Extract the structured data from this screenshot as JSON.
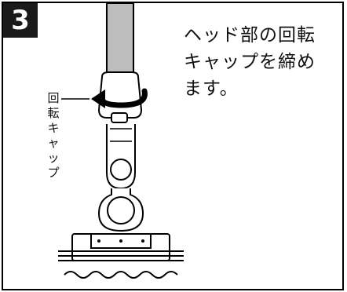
{
  "step": {
    "number": "3"
  },
  "instruction": {
    "lines": [
      "ヘッド部の回転",
      "キャップを締め",
      "ます。"
    ]
  },
  "callout": {
    "label_chars": [
      "回",
      "転",
      "キ",
      "ャ",
      "ッ",
      "プ"
    ]
  },
  "colors": {
    "badge_bg": "#1a1a1a",
    "handle_fill": "#bdbdbd",
    "line": "#000000"
  },
  "icons": {
    "rotation_arrow": "curved-arrow-icon"
  }
}
